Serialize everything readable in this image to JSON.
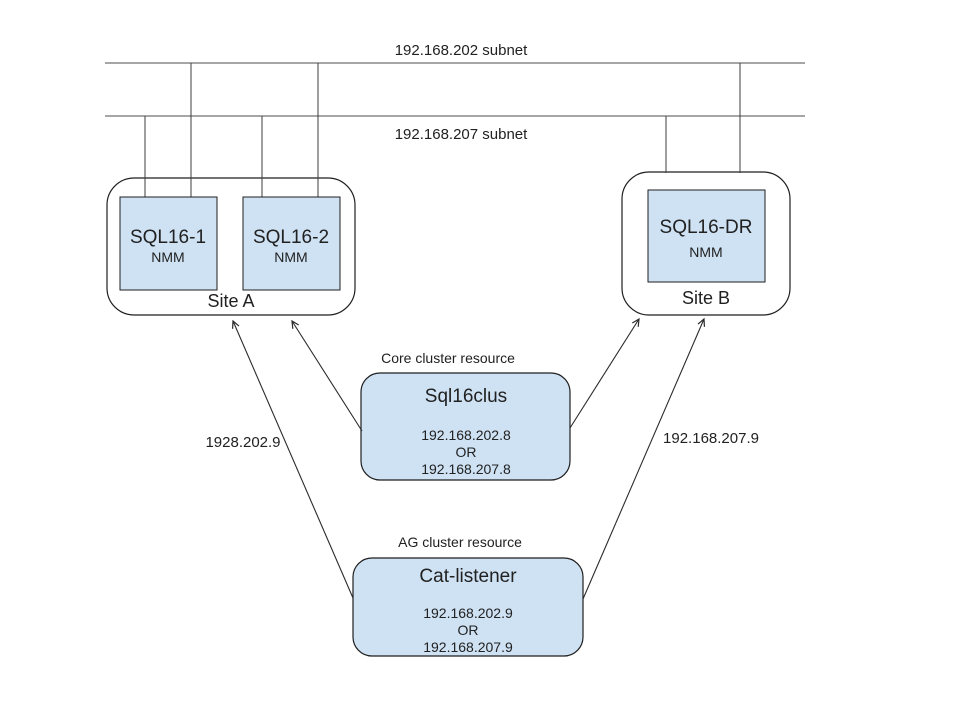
{
  "subnets": [
    {
      "label": "192.168.202 subnet"
    },
    {
      "label": "192.168.207 subnet"
    }
  ],
  "site_a": {
    "label": "Site A",
    "servers": [
      {
        "name": "SQL16-1",
        "agent": "NMM"
      },
      {
        "name": "SQL16-2",
        "agent": "NMM"
      }
    ]
  },
  "site_b": {
    "label": "Site B",
    "servers": [
      {
        "name": "SQL16-DR",
        "agent": "NMM"
      }
    ]
  },
  "core_cluster": {
    "caption": "Core cluster resource",
    "title": "Sql16clus",
    "ip_primary": "192.168.202.8",
    "or_label": "OR",
    "ip_secondary": "192.168.207.8"
  },
  "ag_cluster": {
    "caption": "AG cluster resource",
    "title": "Cat-listener",
    "ip_primary": "192.168.202.9",
    "or_label": "OR",
    "ip_secondary": "192.168.207.9"
  },
  "edge_labels": {
    "left": "1928.202.9",
    "right": "192.168.207.9"
  },
  "colors": {
    "node_fill": "#cfe2f3",
    "node_border": "#1f1f1f",
    "line": "#4d4d4d",
    "text": "#212121",
    "background": "#ffffff"
  }
}
